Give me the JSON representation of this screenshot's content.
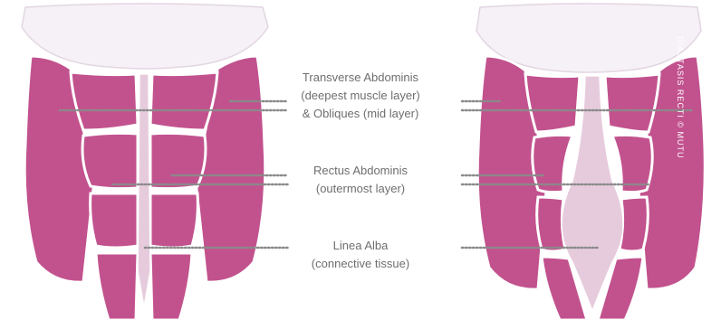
{
  "labels": [
    {
      "line1": "Transverse Abdominis",
      "line2": "(deepest muscle layer)",
      "line3": "& Obliques (mid layer)"
    },
    {
      "line1": "Rectus Abdominis",
      "line2": "(outermost layer)"
    },
    {
      "line1": "Linea Alba",
      "line2": "(connective tissue)"
    }
  ],
  "watermark": "DIASTASIS RECTI © MUTU",
  "colors": {
    "muscle": "#c2528e",
    "muscle_outline": "#ffffff",
    "skin": "#f6f1f6",
    "linea_alba": "#e8cfe0",
    "leader_dots": "#8a8a8a",
    "label_text": "#6e6e6e"
  },
  "figures": [
    {
      "name": "normal abdomen"
    },
    {
      "name": "diastasis recti abdomen"
    }
  ]
}
